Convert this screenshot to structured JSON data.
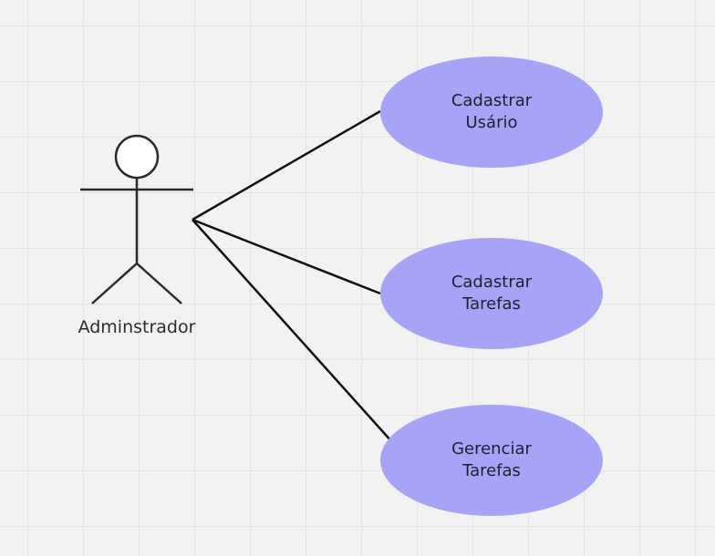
{
  "diagram": {
    "actor": {
      "label": "Adminstrador"
    },
    "use_cases": [
      {
        "label": "Cadastrar Usário"
      },
      {
        "label": "Cadastrar Tarefas"
      },
      {
        "label": "Gerenciar Tarefas"
      }
    ],
    "colors": {
      "use_case_fill": "#a7a3f6",
      "line": "#111111",
      "actor_stroke": "#2a2a2a",
      "background": "#f2f2f2",
      "grid": "#e4e4e4"
    }
  }
}
